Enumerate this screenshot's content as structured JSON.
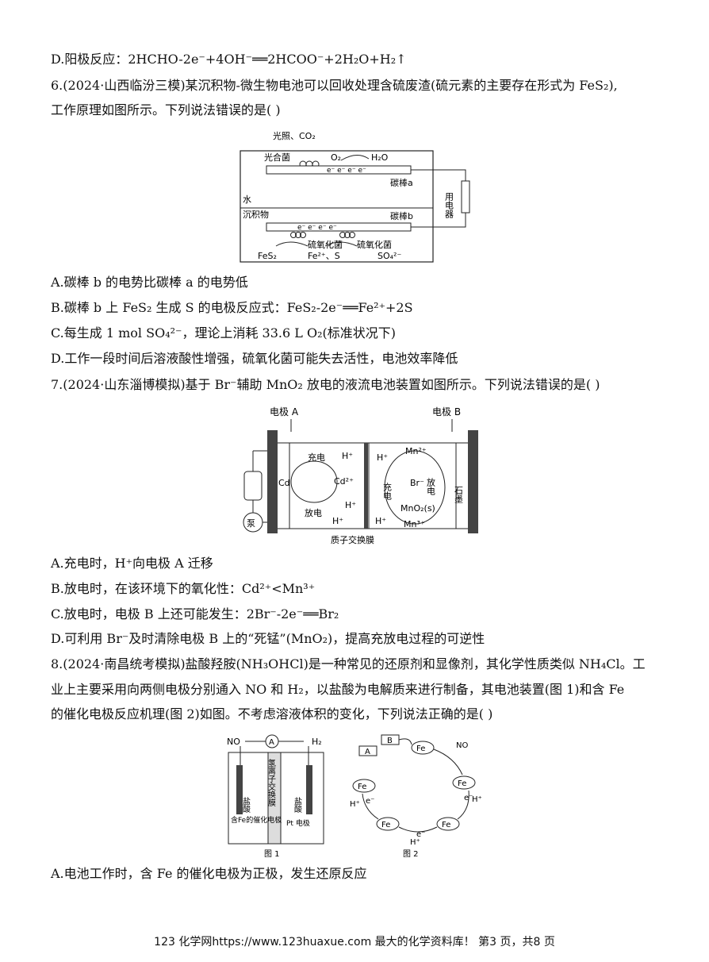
{
  "q5": {
    "optD": "D.阳极反应：2HCHO-2e⁻+4OH⁻══2HCOO⁻+2H₂O+H₂↑"
  },
  "q6": {
    "stem_line1": "6.(2024·山西临汾三模)某沉积物-微生物电池可以回收处理含硫废渣(硫元素的主要存在形式为 FeS₂),",
    "stem_line2": "工作原理如图所示。下列说法错误的是(        )",
    "figure": {
      "light_co2": "光照、CO₂",
      "photo_bacteria": "光合菌",
      "o2": "O₂",
      "h2o": "H₂O",
      "electrons_top": "e⁻  e⁻  e⁻  e⁻",
      "carbon_a": "碳棒a",
      "water": "水",
      "sediment": "沉积物",
      "carbon_b": "碳棒b",
      "electrons_bottom": "e⁻  e⁻       e⁻  e⁻",
      "sulfur_bac1": "硫氧化菌",
      "sulfur_bac2": "硫氧化菌",
      "fes2": "FeS₂",
      "fe_s": "Fe²⁺、S",
      "so4": "SO₄²⁻",
      "load": "用电器"
    },
    "optA": "A.碳棒 b 的电势比碳棒 a 的电势低",
    "optB": "B.碳棒 b 上 FeS₂ 生成 S 的电极反应式：FeS₂-2e⁻══Fe²⁺+2S",
    "optC": "C.每生成 1 mol SO₄²⁻，理论上消耗 33.6 L O₂(标准状况下)",
    "optD": "D.工作一段时间后溶液酸性增强，硫氧化菌可能失去活性，电池效率降低"
  },
  "q7": {
    "stem": "7.(2024·山东淄博模拟)基于 Br⁻辅助 MnO₂ 放电的液流电池装置如图所示。下列说法错误的是(        )",
    "figure": {
      "electrode_a": "电极 A",
      "electrode_b": "电极 B",
      "charge_left": "充电",
      "discharge_left": "放电",
      "cd": "Cd",
      "cd2": "Cd²⁺",
      "hplus": "H⁺",
      "mn2": "Mn²⁺",
      "mn3": "Mn³⁺",
      "mno2": "MnO₂(s)",
      "br": "Br⁻",
      "charge_right": "充电",
      "discharge_right": "放电",
      "graphite": "石墨",
      "pump": "泵",
      "membrane": "质子交换膜"
    },
    "optA": "A.充电时，H⁺向电极 A 迁移",
    "optB": "B.放电时，在该环境下的氧化性：Cd²⁺<Mn³⁺",
    "optC": "C.放电时，电极 B 上还可能发生：2Br⁻-2e⁻══Br₂",
    "optD": "D.可利用 Br⁻及时清除电极 B 上的“死锰”(MnO₂)，提高充放电过程的可逆性"
  },
  "q8": {
    "stem_line1": "8.(2024·南昌统考模拟)盐酸羟胺(NH₃OHCl)是一种常见的还原剂和显像剂，其化学性质类似 NH₄Cl。工",
    "stem_line2": "业上主要采用向两侧电极分别通入 NO 和 H₂，以盐酸为电解质来进行制备，其电池装置(图 1)和含 Fe",
    "stem_line3": "的催化电极反应机理(图 2)如图。不考虑溶液体积的变化，下列说法正确的是(        )",
    "fig1": {
      "no": "NO",
      "h2": "H₂",
      "ammeter": "A",
      "acid_left": "盐酸",
      "acid_right": "盐酸",
      "membrane": "氢离子交换膜",
      "fe_electrode": "含Fe的催化电极",
      "pt_electrode": "Pt 电极",
      "caption": "图 1"
    },
    "fig2": {
      "box_a": "A",
      "box_b": "B",
      "fe": "Fe",
      "no": "NO",
      "hplus": "H⁺",
      "eminus": "e⁻",
      "caption": "图 2"
    },
    "optA": "A.电池工作时，含 Fe 的催化电极为正极，发生还原反应"
  },
  "footer": "123 化学网https://www.123huaxue.com 最大的化学资料库！  第3 页，共8 页"
}
